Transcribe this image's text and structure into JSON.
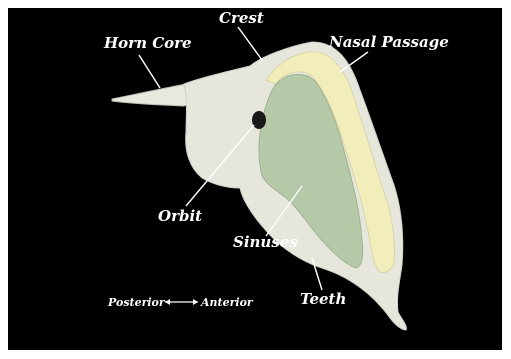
{
  "labels": {
    "crest": "Crest",
    "horn_core": "Horn Core",
    "nasal_passage": "Nasal Passage",
    "orbit": "Orbit",
    "sinuses": "Sinuses",
    "teeth": "Teeth"
  },
  "orientation": {
    "posterior": "Posterior",
    "anterior": "Anterior"
  },
  "colors": {
    "background": "#000000",
    "bone": "#e6e6dc",
    "nasal_passage": "#f2eebb",
    "sinuses": "#b5c9a8"
  }
}
